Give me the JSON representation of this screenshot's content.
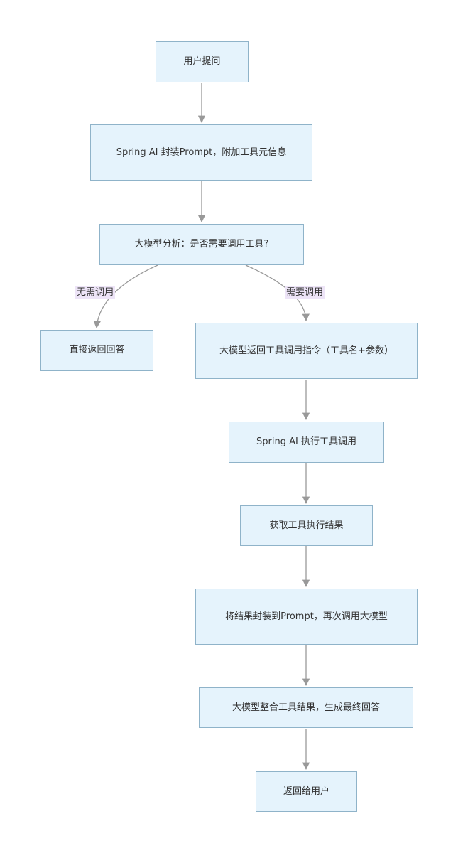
{
  "nodes": {
    "user_question": "用户提问",
    "wrap_prompt": "Spring AI 封装Prompt，附加工具元信息",
    "analyze": "大模型分析：是否需要调用工具?",
    "direct_answer": "直接返回回答",
    "return_instruction": "大模型返回工具调用指令（工具名+参数）",
    "execute_tool": "Spring AI 执行工具调用",
    "get_result": "获取工具执行结果",
    "rewrap": "将结果封装到Prompt，再次调用大模型",
    "integrate": "大模型整合工具结果，生成最终回答",
    "return_user": "返回给用户"
  },
  "edges": {
    "no_call": "无需调用",
    "need_call": "需要调用"
  }
}
